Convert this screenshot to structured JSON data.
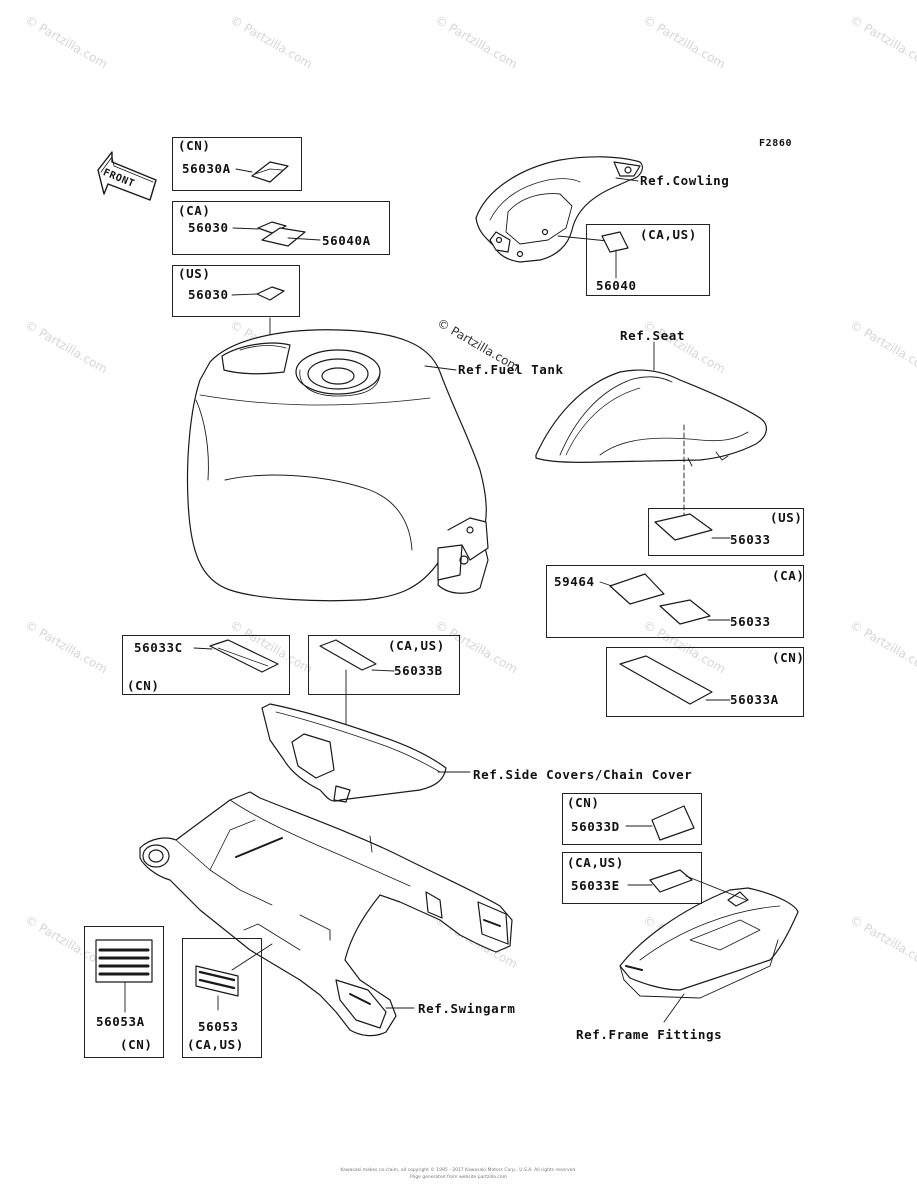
{
  "figure_id": "F2860",
  "front_label": "FRONT",
  "watermark": "© Partzilla.com",
  "refs": {
    "cowling": "Ref.Cowling",
    "seat": "Ref.Seat",
    "fuel_tank": "Ref.Fuel Tank",
    "side_covers": "Ref.Side Covers/Chain Cover",
    "swingarm": "Ref.Swingarm",
    "frame_fittings": "Ref.Frame Fittings"
  },
  "boxes": {
    "cn_top": {
      "region": "(CN)",
      "part": "56030A"
    },
    "ca_top": {
      "region": "(CA)",
      "part_a": "56030",
      "part_b": "56040A"
    },
    "us_top": {
      "region": "(US)",
      "part": "56030"
    },
    "cowling_label": {
      "region": "(CA,US)",
      "part": "56040"
    },
    "seat_us": {
      "region": "(US)",
      "part": "56033"
    },
    "seat_ca": {
      "region": "(CA)",
      "part_a": "59464",
      "part_b": "56033"
    },
    "seat_cn": {
      "region": "(CN)",
      "part": "56033A"
    },
    "side_cn": {
      "region": "(CN)",
      "part": "56033C"
    },
    "side_caus": {
      "region": "(CA,US)",
      "part": "56033B"
    },
    "frame_cn": {
      "region": "(CN)",
      "part": "56033D"
    },
    "frame_caus": {
      "region": "(CA,US)",
      "part": "56033E"
    },
    "swing_cn": {
      "region": "(CN)",
      "part": "56053A"
    },
    "swing_caus": {
      "region": "(CA,US)",
      "part": "56053"
    }
  },
  "footer_line1": "Kawasaki makes no claim, all copyright © 1995 - 2017 Kawasaki Motors Corp., U.S.A. All rights reserved.",
  "footer_line2": "Page generated from website partzilla.com"
}
